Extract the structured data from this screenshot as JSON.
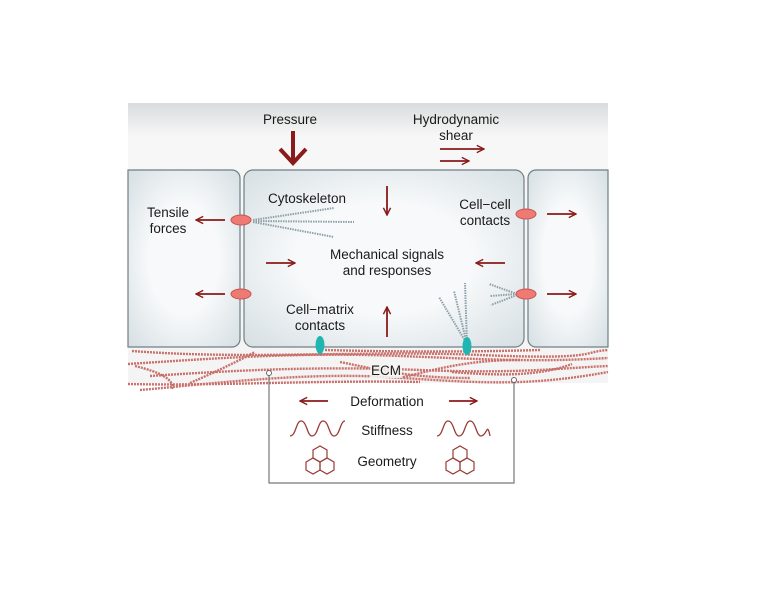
{
  "labels": {
    "pressure": "Pressure",
    "shear_line1": "Hydrodynamic",
    "shear_line2": "shear",
    "cytoskeleton": "Cytoskeleton",
    "tensile_line1": "Tensile",
    "tensile_line2": "forces",
    "cellcell_line1": "Cell−cell",
    "cellcell_line2": "contacts",
    "signals_line1": "Mechanical signals",
    "signals_line2": "and responses",
    "cellmatrix_line1": "Cell−matrix",
    "cellmatrix_line2": "contacts",
    "ecm": "ECM",
    "deformation": "Deformation",
    "stiffness": "Stiffness",
    "geometry": "Geometry"
  },
  "colors": {
    "arrow": "#8b1a1a",
    "cell_contact": "#ef7a74",
    "matrix_contact": "#1fb5b0",
    "ecm_fibre": "#c9706a",
    "cell_fill": "#e8eef0",
    "cell_outline": "#6f7f86"
  }
}
